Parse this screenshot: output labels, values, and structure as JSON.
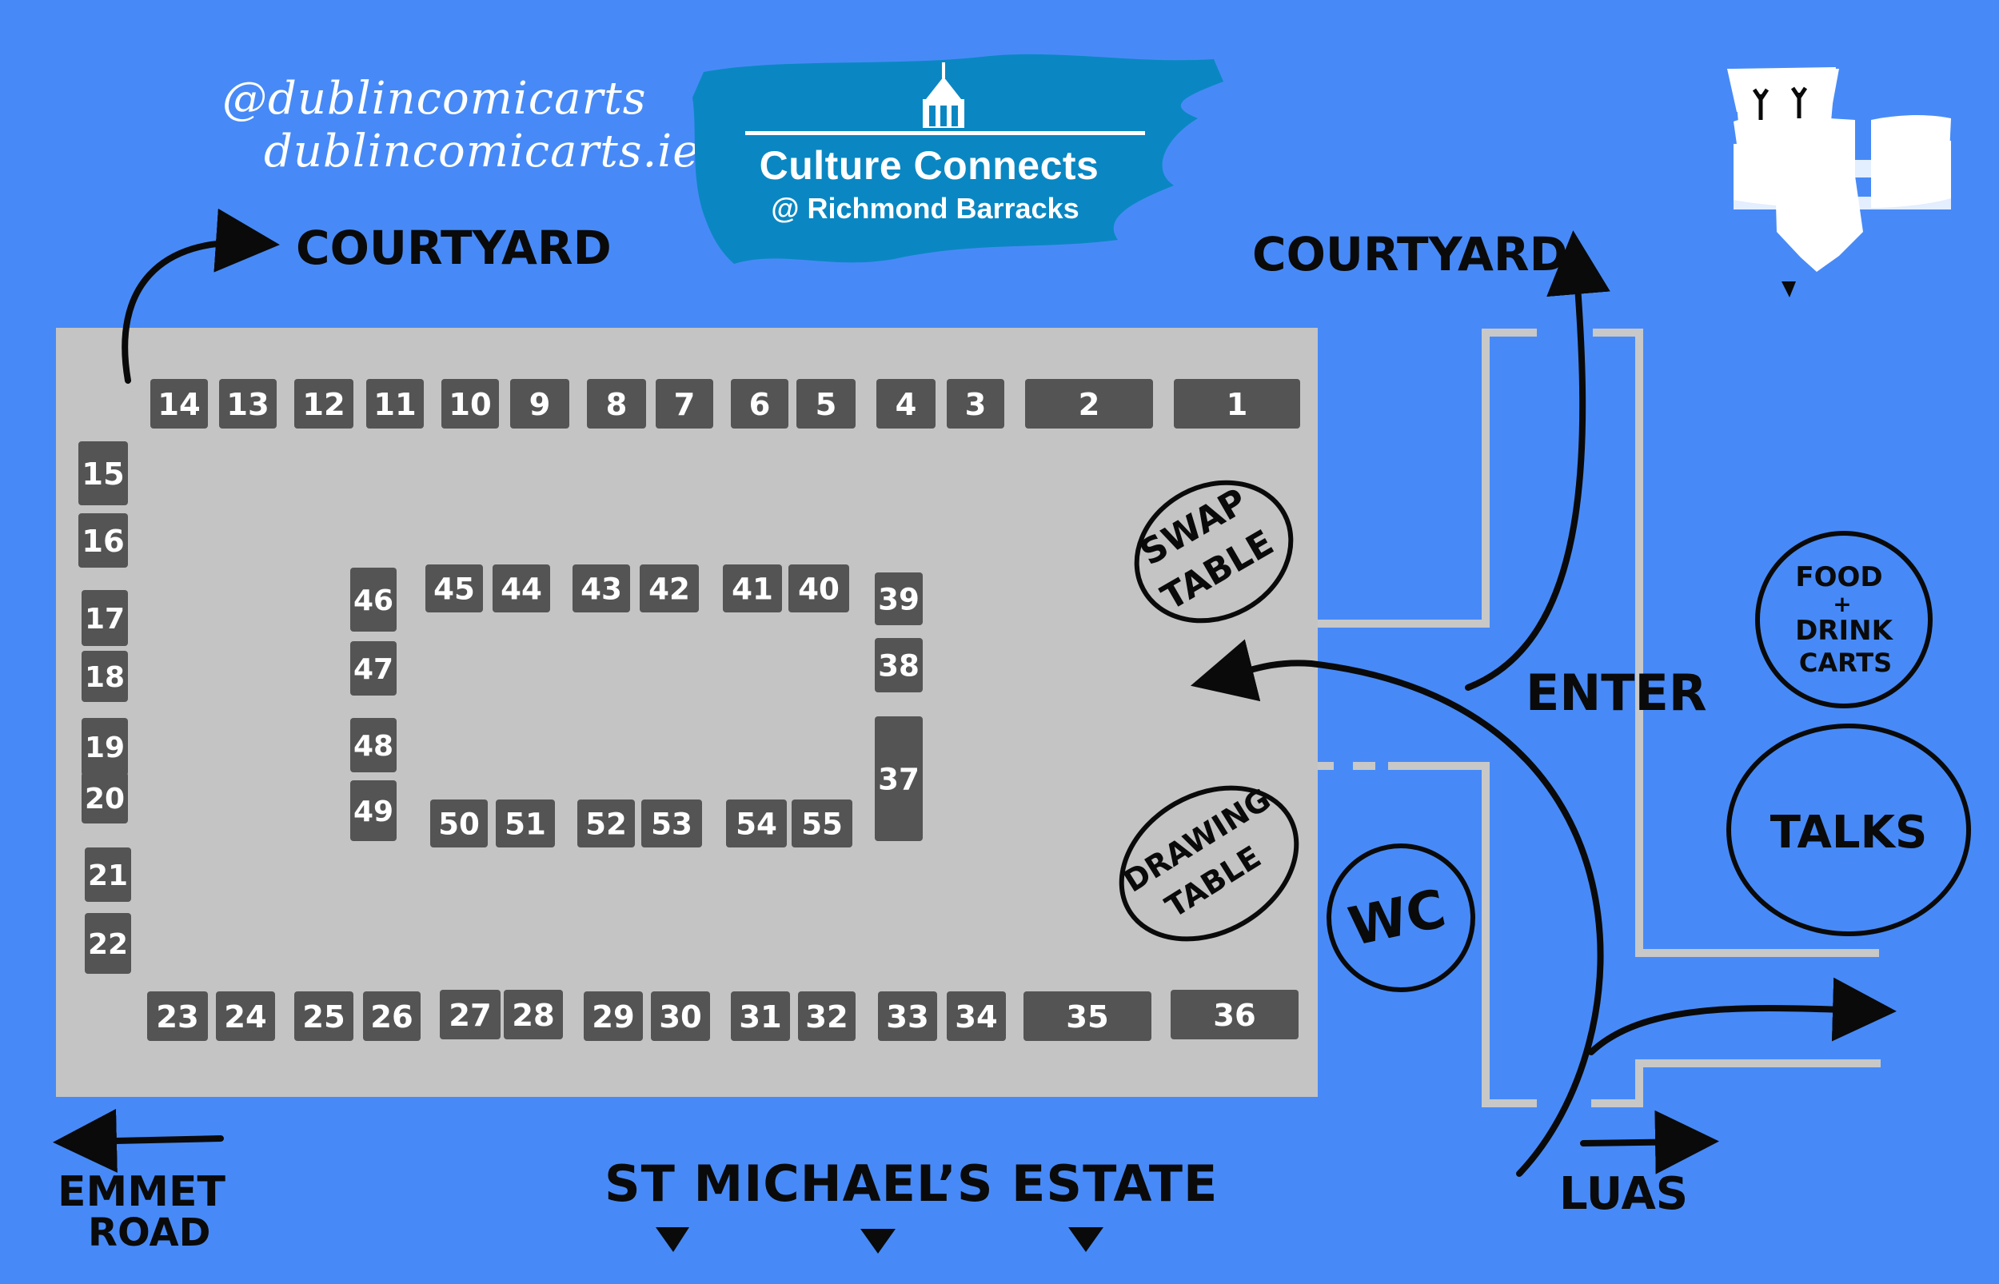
{
  "social": {
    "handle": "@dublincomicarts",
    "website": "dublincomicarts.ie"
  },
  "logo": {
    "title": "Culture Connects",
    "subtitle": "@ Richmond Barracks"
  },
  "labels": {
    "courtyard_left": "COURTYARD",
    "courtyard_right": "COURTYARD",
    "enter": "ENTER",
    "swap_table_line1": "SWAP",
    "swap_table_line2": "TABLE",
    "drawing_table_line1": "DRAWING",
    "drawing_table_line2": "TABLE",
    "wc": "WC",
    "food_line1": "FOOD",
    "food_line2": "+",
    "food_line3": "DRINK",
    "food_line4": "CARTS",
    "talks": "TALKS",
    "emmet_line1": "EMMET",
    "emmet_line2": "ROAD",
    "st_michaels": "ST MICHAEL’S ESTATE",
    "luas": "LUAS"
  },
  "colors": {
    "background": "#478af7",
    "hall_floor": "#c4c4c4",
    "table": "#545454",
    "table_text": "#ffffff",
    "ink": "#0a0a0a",
    "logo_brush": "#0a87c2"
  },
  "tables": {
    "top_row": [
      {
        "n": "14"
      },
      {
        "n": "13"
      },
      {
        "n": "12"
      },
      {
        "n": "11"
      },
      {
        "n": "10"
      },
      {
        "n": "9"
      },
      {
        "n": "8"
      },
      {
        "n": "7"
      },
      {
        "n": "6"
      },
      {
        "n": "5"
      },
      {
        "n": "4"
      },
      {
        "n": "3"
      },
      {
        "n": "2"
      },
      {
        "n": "1"
      }
    ],
    "left_column": [
      {
        "n": "15"
      },
      {
        "n": "16"
      },
      {
        "n": "17"
      },
      {
        "n": "18"
      },
      {
        "n": "19"
      },
      {
        "n": "20"
      },
      {
        "n": "21"
      },
      {
        "n": "22"
      }
    ],
    "bottom_row": [
      {
        "n": "23"
      },
      {
        "n": "24"
      },
      {
        "n": "25"
      },
      {
        "n": "26"
      },
      {
        "n": "27"
      },
      {
        "n": "28"
      },
      {
        "n": "29"
      },
      {
        "n": "30"
      },
      {
        "n": "31"
      },
      {
        "n": "32"
      },
      {
        "n": "33"
      },
      {
        "n": "34"
      },
      {
        "n": "35"
      },
      {
        "n": "36"
      }
    ],
    "inner_top": [
      {
        "n": "45"
      },
      {
        "n": "44"
      },
      {
        "n": "43"
      },
      {
        "n": "42"
      },
      {
        "n": "41"
      },
      {
        "n": "40"
      }
    ],
    "inner_left": [
      {
        "n": "46"
      },
      {
        "n": "47"
      },
      {
        "n": "48"
      },
      {
        "n": "49"
      }
    ],
    "inner_right": [
      {
        "n": "39"
      },
      {
        "n": "38"
      },
      {
        "n": "37"
      }
    ],
    "inner_bottom": [
      {
        "n": "50"
      },
      {
        "n": "51"
      },
      {
        "n": "52"
      },
      {
        "n": "53"
      },
      {
        "n": "54"
      },
      {
        "n": "55"
      }
    ]
  }
}
